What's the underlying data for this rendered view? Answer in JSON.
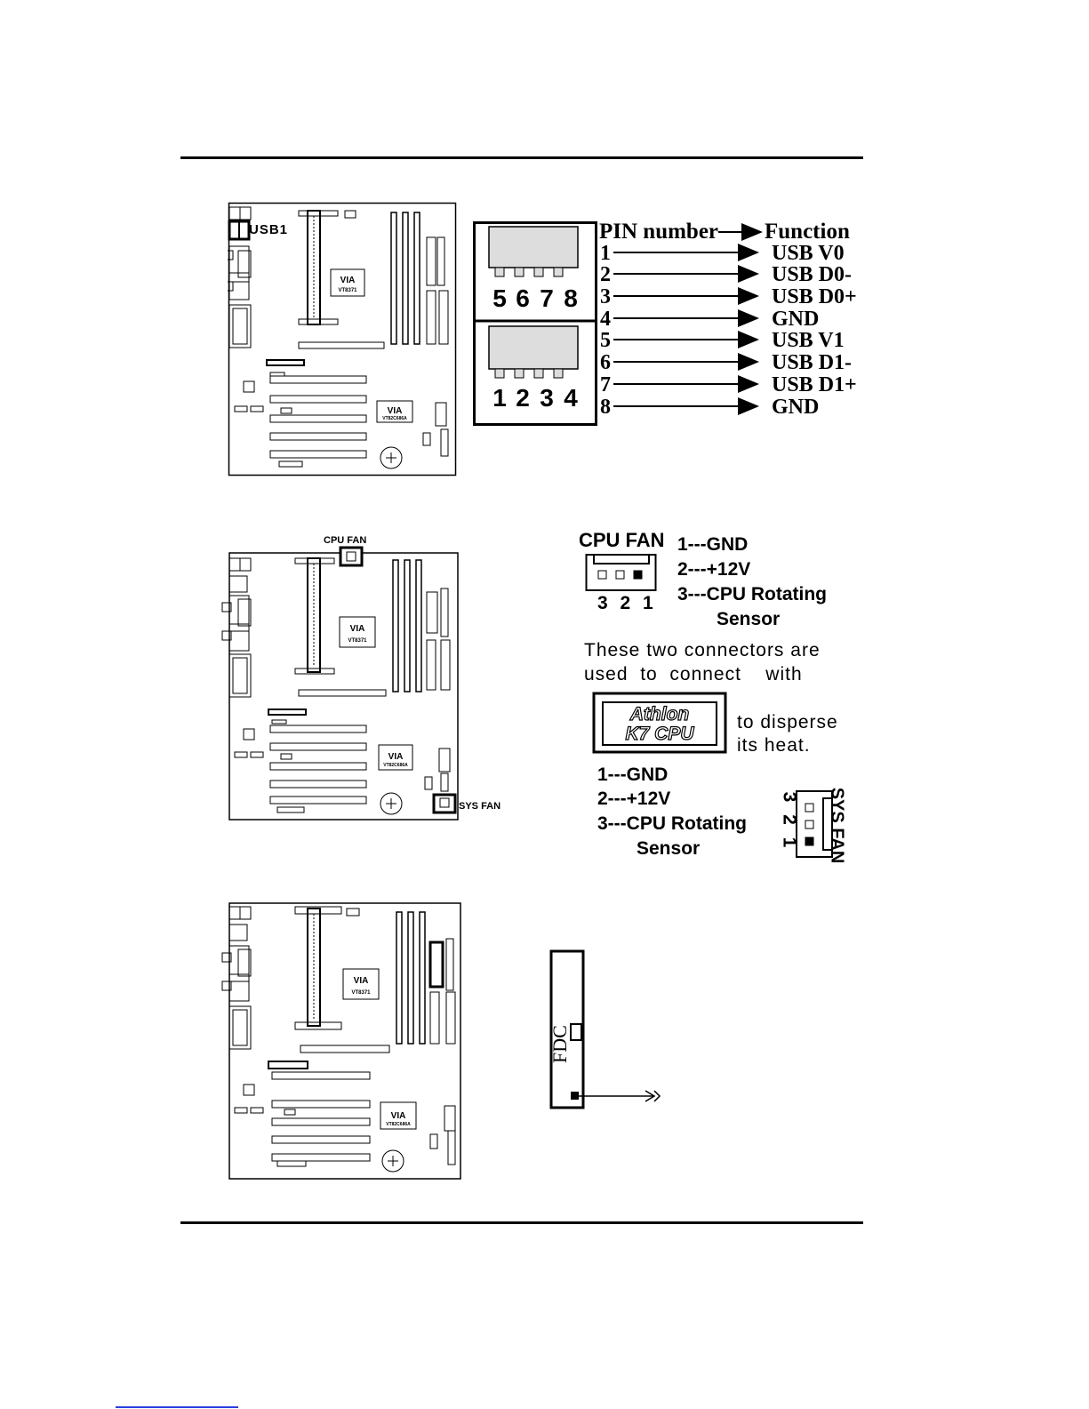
{
  "board": {
    "chip_brand": "VIA",
    "north_chip": "VT8371",
    "south_chip": "VT82C686A"
  },
  "usb": {
    "header_label": "USB1",
    "top_pins": [
      "5",
      "6",
      "7",
      "8"
    ],
    "bottom_pins": [
      "1",
      "2",
      "3",
      "4"
    ],
    "pin_header": "PIN number",
    "function_header": "Function",
    "rows": [
      {
        "pin": "1",
        "func": "USB V0"
      },
      {
        "pin": "2",
        "func": "USB D0-"
      },
      {
        "pin": "3",
        "func": "USB D0+"
      },
      {
        "pin": "4",
        "func": "GND"
      },
      {
        "pin": "5",
        "func": "USB V1"
      },
      {
        "pin": "6",
        "func": "USB D1-"
      },
      {
        "pin": "7",
        "func": "USB D1+"
      },
      {
        "pin": "8",
        "func": "GND"
      }
    ]
  },
  "fans": {
    "cpu_fan_label": "CPU FAN",
    "sys_fan_label": "SYS FAN",
    "cpu_pins": "3 2 1",
    "sys_pins": "3 2 1",
    "cpu_pin_defs": [
      "1---GND",
      "2---+12V",
      "3---CPU Rotating",
      "Sensor"
    ],
    "sys_pin_defs": [
      "1---GND",
      "2---+12V",
      "3---CPU Rotating",
      "Sensor"
    ],
    "desc_line1": "These two connectors are",
    "desc_line2": "used  to  connect    with",
    "cpu_badge_line1": "Athlon",
    "cpu_badge_line2": "K7 CPU",
    "disperse_line1": "to disperse",
    "disperse_line2": "its heat."
  },
  "fdc": {
    "label": "FDC"
  }
}
